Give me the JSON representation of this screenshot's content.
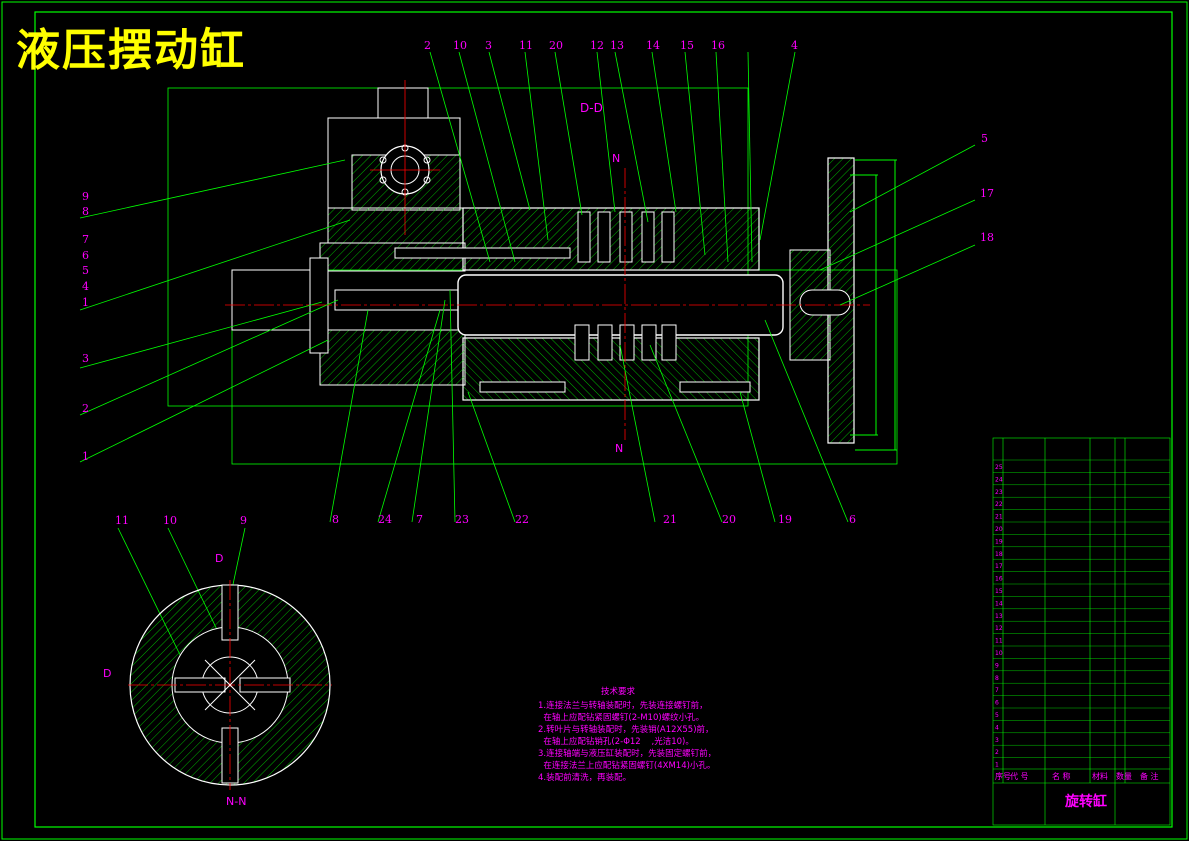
{
  "title": "液压摆动缸",
  "section_labels": {
    "dd": "D-D",
    "n_top": "N",
    "n_bottom": "N",
    "nn": "N-N",
    "d_left": "D",
    "d_top": "D"
  },
  "balloons_top": [
    "2",
    "10",
    "3",
    "11",
    "20",
    "12",
    "13",
    "14",
    "15",
    "16",
    "4"
  ],
  "balloons_right": [
    "5",
    "17",
    "18"
  ],
  "balloons_left": [
    "9",
    "8",
    "7",
    "6",
    "5",
    "4",
    "1",
    "3",
    "2",
    "1"
  ],
  "balloons_bottom": [
    "8",
    "24",
    "7",
    "23",
    "22",
    "21",
    "20",
    "19",
    "6"
  ],
  "balloons_section": [
    "11",
    "10",
    "9"
  ],
  "tech_requirements": {
    "heading": "技术要求",
    "lines": [
      "1.连接法兰与转轴装配时，先装连接螺钉前，",
      "  在轴上应配钻紧固螺钉(2-M10)螺纹小孔。",
      "2.转叶片与转轴装配时，先装销(A12X55)前，",
      "  在轴上应配钻销孔(2-Φ12    ,光洁10)。",
      "3.连接轴端与液压缸装配时，先装固定螺钉前，",
      "  在连接法兰上应配钻紧固螺钉(4XM14)小孔。",
      "4.装配前清洗，再装配。"
    ]
  },
  "title_block": {
    "name": "旋转缸",
    "headers": [
      "序号",
      "代 号",
      "名 称",
      "材料",
      "数量",
      "备 注"
    ]
  },
  "bom_row_numbers": [
    "25",
    "24",
    "23",
    "22",
    "21",
    "20",
    "19",
    "18",
    "17",
    "16",
    "15",
    "14",
    "13",
    "12",
    "11",
    "10",
    "9",
    "8",
    "7",
    "6",
    "5",
    "4",
    "3",
    "2",
    "1"
  ],
  "colors": {
    "frame": "#00ff00",
    "outline": "#ffffff",
    "hatch": "#00ff00",
    "centerline": "#ff0000",
    "leader": "#00ff00",
    "label": "#ff00ff",
    "title": "#ffff00"
  }
}
